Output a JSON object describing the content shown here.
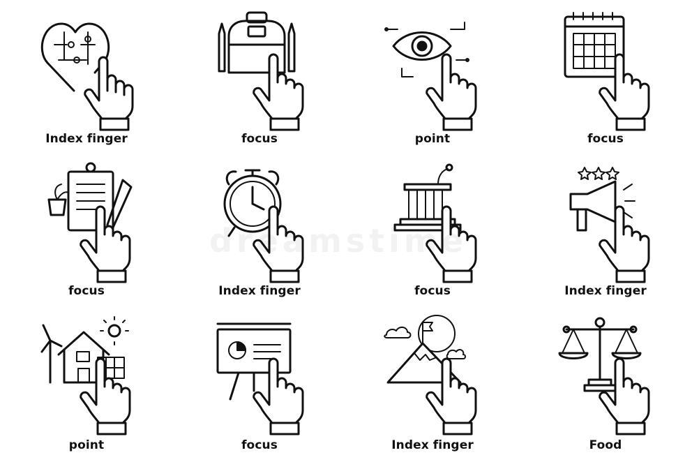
{
  "watermark": "dreamstime",
  "colors": {
    "stroke": "#111111",
    "background": "#ffffff"
  },
  "icons": [
    {
      "icon": "puzzle-heart-icon",
      "label": "Index finger"
    },
    {
      "icon": "backpack-icon",
      "label": "focus"
    },
    {
      "icon": "eye-circuit-icon",
      "label": "point"
    },
    {
      "icon": "calendar-icon",
      "label": "focus"
    },
    {
      "icon": "clipboard-pencil-icon",
      "label": "focus"
    },
    {
      "icon": "alarm-clock-icon",
      "label": "Index finger"
    },
    {
      "icon": "podium-icon",
      "label": "focus"
    },
    {
      "icon": "megaphone-stars-icon",
      "label": "Index finger"
    },
    {
      "icon": "eco-house-icon",
      "label": "point"
    },
    {
      "icon": "presentation-board-icon",
      "label": "focus"
    },
    {
      "icon": "mountain-flag-icon",
      "label": "Index finger"
    },
    {
      "icon": "balance-scale-icon",
      "label": "Food"
    }
  ]
}
